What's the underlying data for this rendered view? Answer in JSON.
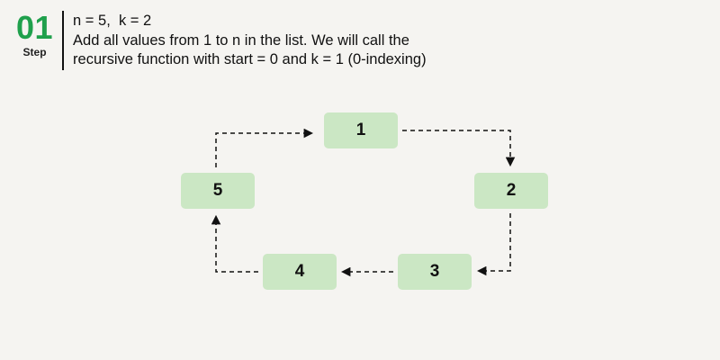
{
  "page": {
    "background_color": "#f5f4f1"
  },
  "header": {
    "step_number": "01",
    "step_label": "Step",
    "accent_color": "#1fa04c",
    "description_lines": [
      "n = 5,  k = 2",
      "Add all values from 1 to n in the list. We will call the",
      "recursive function with start = 0 and k = 1 (0-indexing)"
    ]
  },
  "diagram": {
    "node_fill_color": "#cbe7c4",
    "arrow_color": "#111111",
    "arrow_style": "dashed",
    "nodes": [
      {
        "id": "node-1",
        "label": "1"
      },
      {
        "id": "node-2",
        "label": "2"
      },
      {
        "id": "node-3",
        "label": "3"
      },
      {
        "id": "node-4",
        "label": "4"
      },
      {
        "id": "node-5",
        "label": "5"
      }
    ],
    "edges": [
      {
        "from": "1",
        "to": "2"
      },
      {
        "from": "2",
        "to": "3"
      },
      {
        "from": "3",
        "to": "4"
      },
      {
        "from": "4",
        "to": "5"
      },
      {
        "from": "5",
        "to": "1"
      }
    ]
  }
}
